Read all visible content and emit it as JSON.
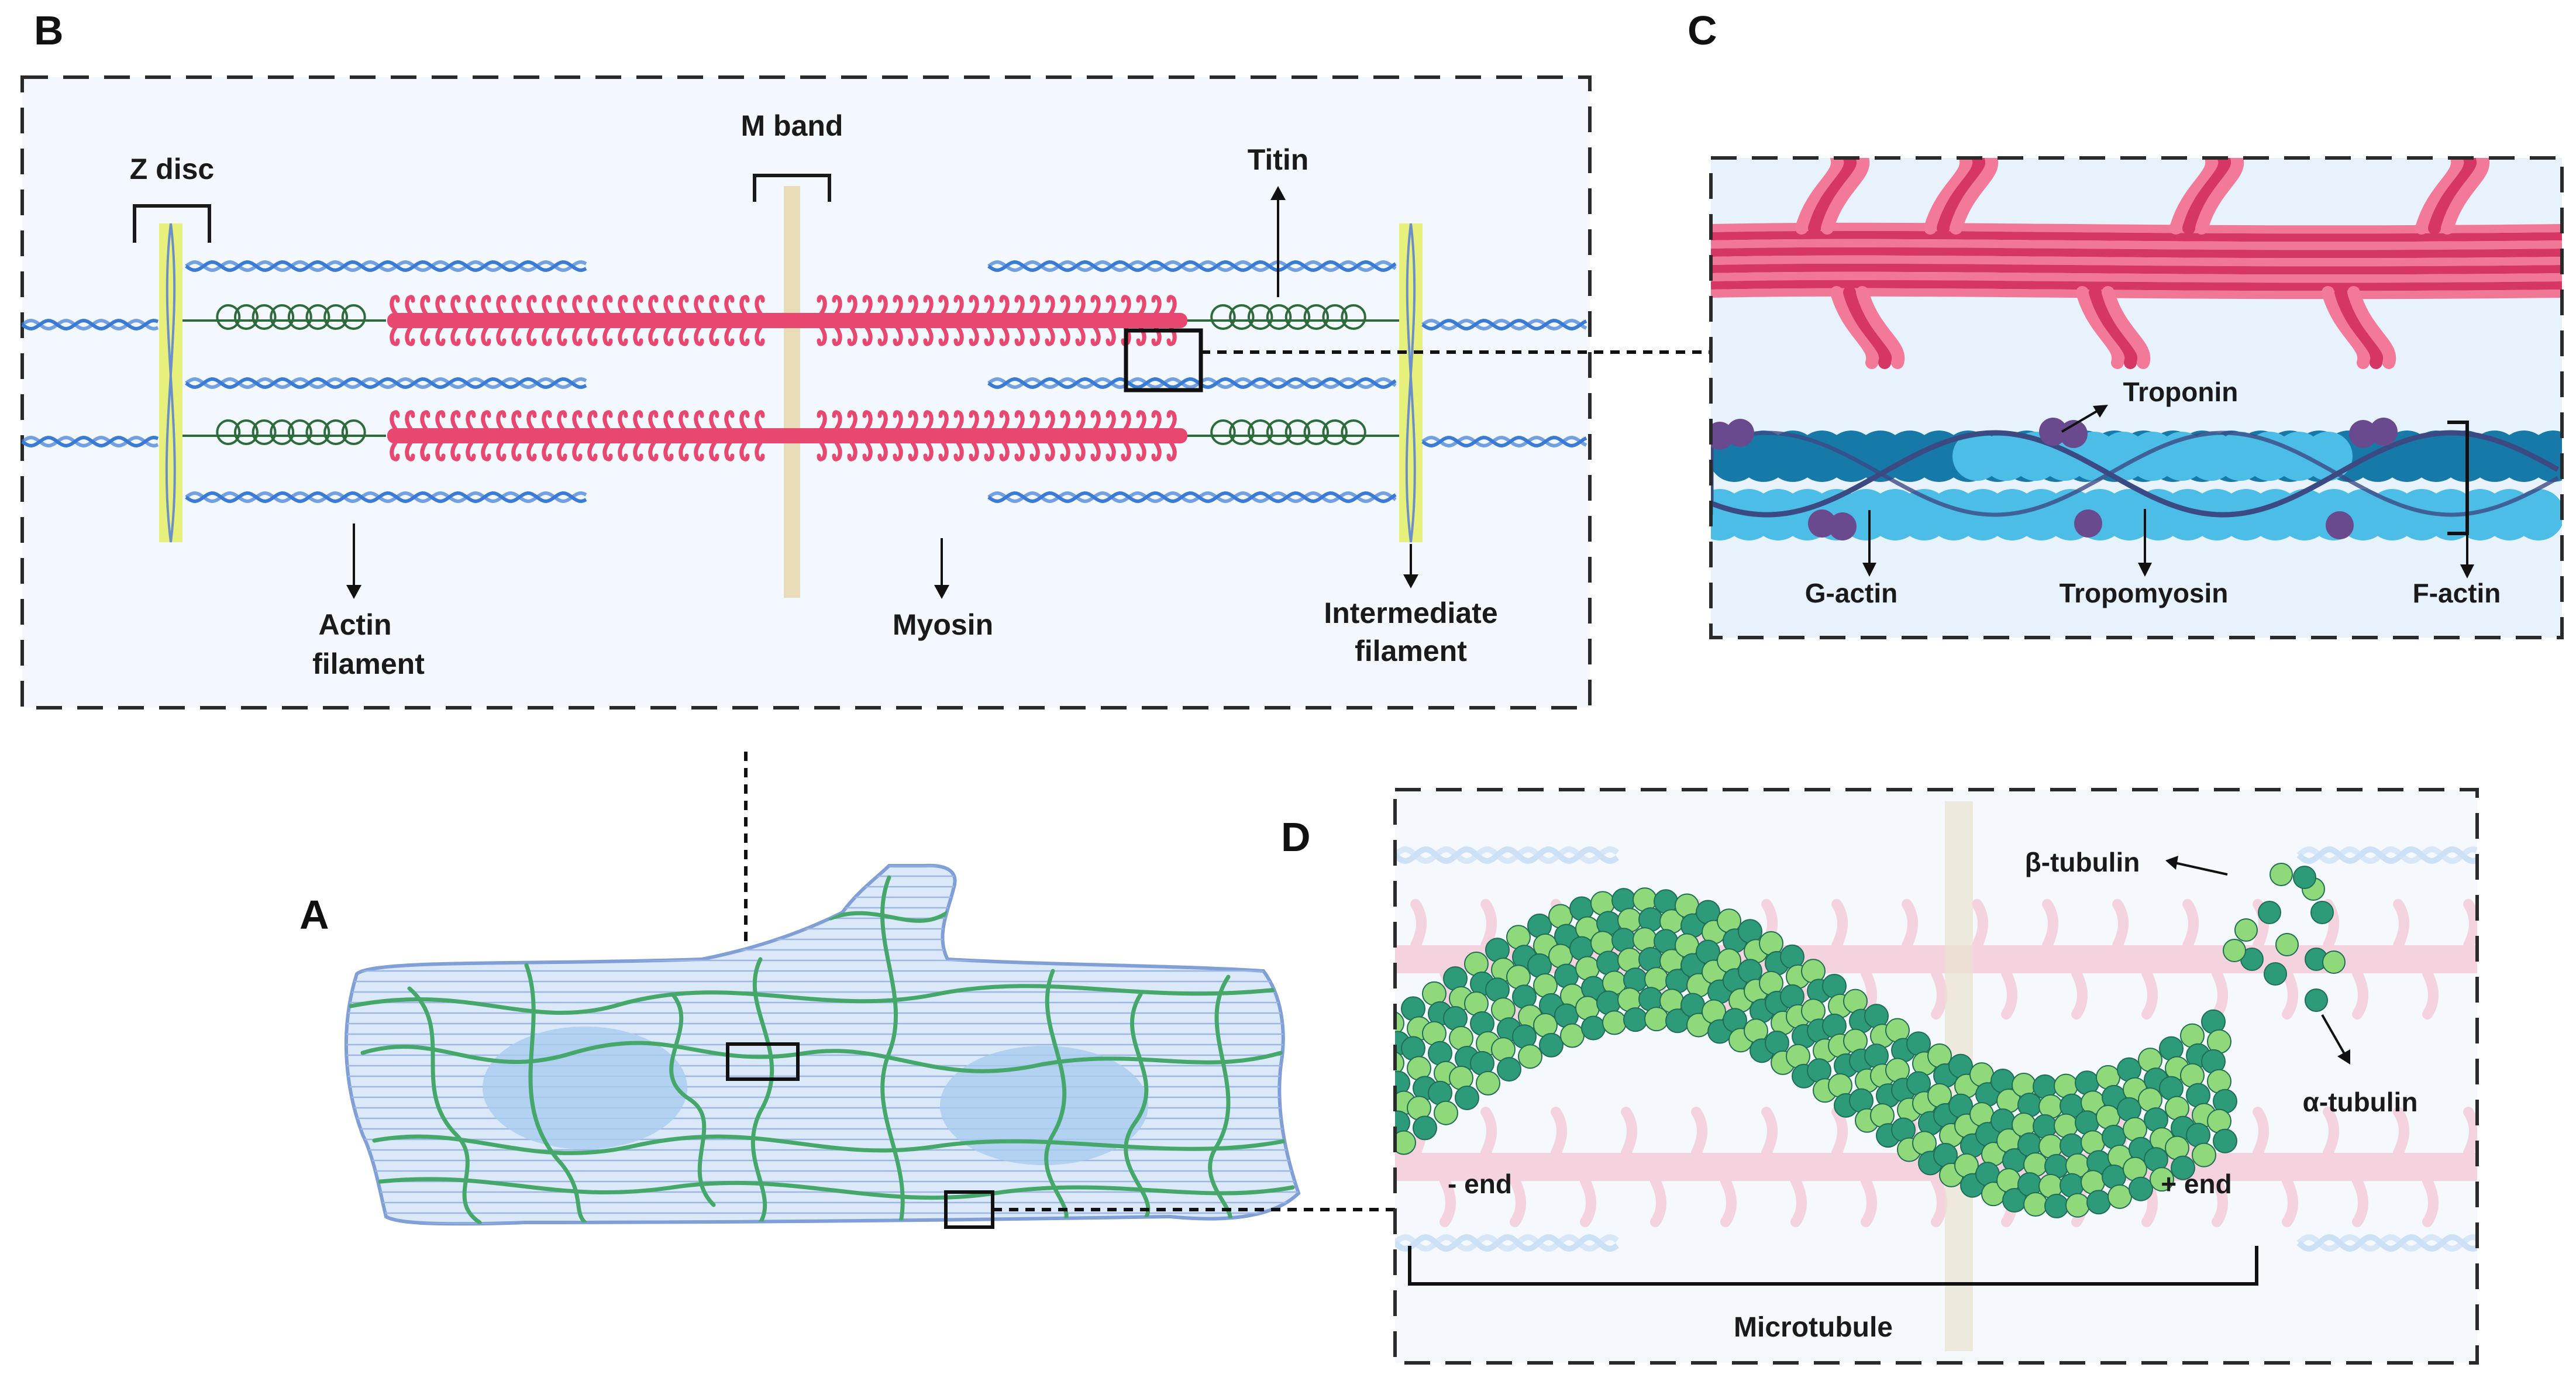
{
  "panels": {
    "a": "A",
    "b": "B",
    "c": "C",
    "d": "D"
  },
  "panel_b": {
    "z_disc": "Z disc",
    "m_band": "M band",
    "titin": "Titin",
    "actin_line1": "Actin",
    "actin_line2": "filament",
    "myosin": "Myosin",
    "intermediate_line1": "Intermediate",
    "intermediate_line2": "filament"
  },
  "panel_c": {
    "troponin": "Troponin",
    "g_actin": "G-actin",
    "tropomyosin": "Tropomyosin",
    "f_actin": "F-actin"
  },
  "panel_d": {
    "beta_tubulin": "β-tubulin",
    "alpha_tubulin": "α-tubulin",
    "minus_end": "- end",
    "plus_end": "+ end",
    "microtubule": "Microtubule"
  },
  "colors": {
    "myosin": "#e8476f",
    "actin": "#3a7bd5",
    "titin": "#2e6b3a",
    "zdisc": "#e6f07a",
    "mband": "#e9dcb8",
    "gactin_dark": "#1779a8",
    "gactin_light": "#4bbde6",
    "troponin": "#6a4a8f",
    "tubulin_dark": "#2d9a7a",
    "tubulin_light": "#8fd97a",
    "cell_fill": "#d6e6f8",
    "network": "#45a86a"
  }
}
